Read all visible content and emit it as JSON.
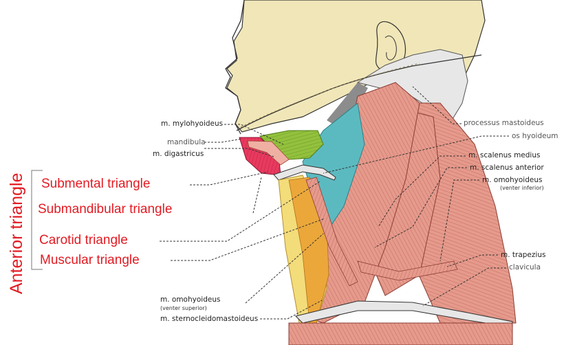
{
  "group_label": "Anterior triangle",
  "triangles": [
    "Submental triangle",
    "Submandibular triangle",
    "Carotid triangle",
    "Muscular triangle"
  ],
  "left_labels": {
    "mylohyoideus": "m. mylohyoideus",
    "mandibula": "mandibula",
    "digastricus": "m. digastricus",
    "omohyoideus_sup": "m. omohyoideus",
    "omohyoideus_sup_sub": "(venter superior)",
    "sternocleidomastoideus": "m. sternocleidomastoideus"
  },
  "right_labels": {
    "processus": "processus mastoideus",
    "hyoid": "os hyoideum",
    "scalenus_medius": "m. scalenus medius",
    "scalenus_anterior": "m. scalenus anterior",
    "omohyoideus_inf": "m. omohyoideus",
    "omohyoideus_inf_sub": "(venter inferior)",
    "trapezius": "m. trapezius",
    "clavicula": "clavicula"
  },
  "colors": {
    "triangle_text": "#e21b23",
    "bone": "#f0e6b8",
    "skull_grey": "#e7e7e7",
    "muscle": "#e59a8c",
    "muscle_dark": "#b5564a",
    "submental": "#e8395e",
    "submandibular": "#93c13d",
    "carotid": "#5bbac0",
    "muscular_light": "#f3dc7a",
    "muscular_dark": "#eba73a"
  }
}
